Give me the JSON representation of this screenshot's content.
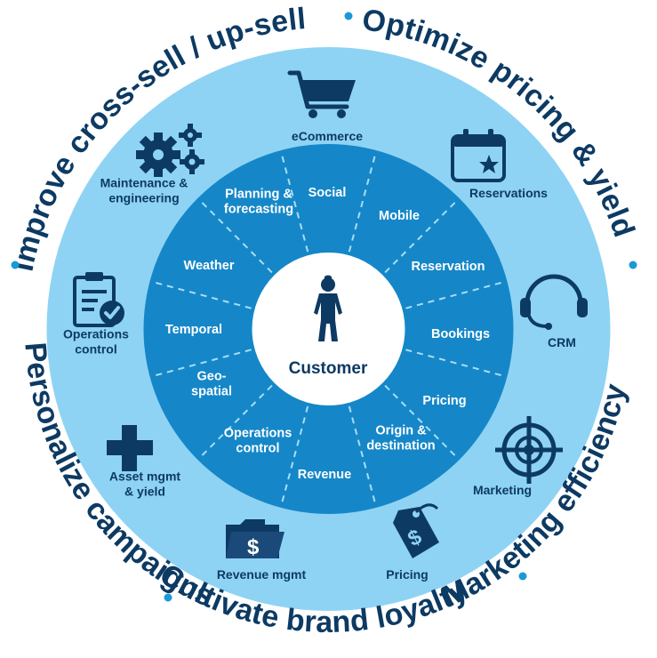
{
  "outer_ring": {
    "phrases": [
      "Improve cross-sell / up-sell",
      "Optimize pricing & yield",
      "Marketing efficiency",
      "Cultivate brand loyalty",
      "Personalize campaigns"
    ]
  },
  "middle_ring": {
    "items": [
      {
        "label": "eCommerce",
        "icon": "shopping-cart-icon"
      },
      {
        "label": "Reservations",
        "icon": "calendar-icon"
      },
      {
        "label": "CRM",
        "icon": "headset-icon"
      },
      {
        "label": "Marketing",
        "icon": "target-icon"
      },
      {
        "label": "Pricing",
        "icon": "price-tag-icon"
      },
      {
        "label": "Revenue mgmt",
        "icon": "folder-dollar-icon"
      },
      {
        "label": "Asset mgmt\n& yield",
        "icon": "plus-icon"
      },
      {
        "label": "Operations\ncontrol",
        "icon": "clipboard-check-icon"
      },
      {
        "label": "Maintenance &\nengineering",
        "icon": "gears-icon"
      }
    ]
  },
  "inner_ring": {
    "segments": [
      "Social",
      "Mobile",
      "Reservation",
      "Bookings",
      "Pricing",
      "Origin &\ndestination",
      "Revenue",
      "Operations\ncontrol",
      "Geo-\nspatial",
      "Temporal",
      "Weather",
      "Planning &\nforecasting"
    ]
  },
  "center": {
    "label": "Customer",
    "icon": "person-icon"
  },
  "colors": {
    "outer_ring": "#ffffff",
    "middle_ring": "#8ed3f4",
    "inner_ring": "#1587c8",
    "center": "#ffffff",
    "text_dark": "#0d3a63",
    "separator_dot": "#1a9ad6"
  }
}
